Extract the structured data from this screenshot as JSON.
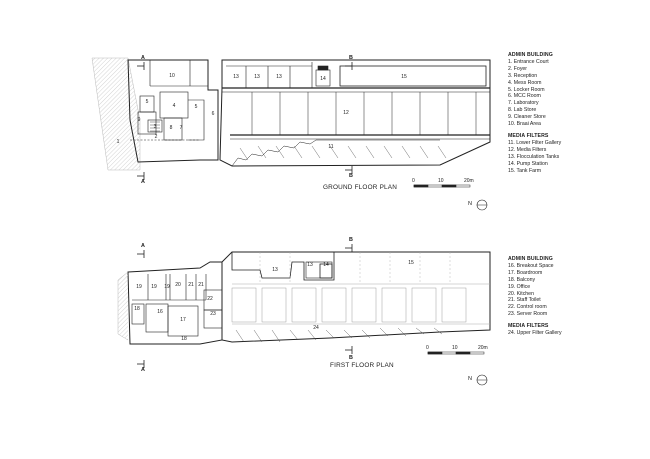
{
  "ground_floor": {
    "title": "GROUND FLOOR PLAN",
    "legend_admin_heading": "ADMIN BUILDING",
    "legend_admin_items": [
      "1. Entrance Court",
      "2. Foyer",
      "3. Reception",
      "4. Mess Room",
      "5. Locker Room",
      "6. MCC Room",
      "7. Laboratory",
      "8. Lab Store",
      "9. Cleaner Store",
      "10. Braai Area"
    ],
    "legend_media_heading": "MEDIA FILTERS",
    "legend_media_items": [
      "11. Lower Filter Gallery",
      "12. Media Filters",
      "13. Flocculation Tanks",
      "14. Pump Station",
      "15. Tank Farm"
    ],
    "scale": [
      "0",
      "10",
      "20m"
    ],
    "section_marks": [
      "A",
      "A",
      "B",
      "B"
    ],
    "north": "N",
    "room_numbers": [
      "10",
      "13",
      "13",
      "13",
      "14",
      "15",
      "1",
      "2",
      "3",
      "4",
      "5",
      "5",
      "6",
      "7",
      "8",
      "9",
      "12",
      "11"
    ]
  },
  "first_floor": {
    "title": "FIRST FLOOR PLAN",
    "legend_admin_heading": "ADMIN BUILDING",
    "legend_admin_items": [
      "16. Breakout Space",
      "17. Boardroom",
      "18. Balcony",
      "19. Office",
      "20. Kitchen",
      "21. Staff Toilet",
      "22. Control room",
      "23. Server Room"
    ],
    "legend_media_heading": "MEDIA FILTERS",
    "legend_media_items": [
      "24. Upper Filter Gallery"
    ],
    "scale": [
      "0",
      "10",
      "20m"
    ],
    "section_marks": [
      "A",
      "A",
      "B",
      "B"
    ],
    "north": "N",
    "room_numbers": [
      "19",
      "19",
      "19",
      "20",
      "21",
      "21",
      "13",
      "13",
      "14",
      "15",
      "18",
      "16",
      "17",
      "22",
      "23",
      "18",
      "24"
    ]
  },
  "colors": {
    "line": "#222222",
    "light_line": "#9a9a9a",
    "hatch": "#cfcfcf"
  }
}
